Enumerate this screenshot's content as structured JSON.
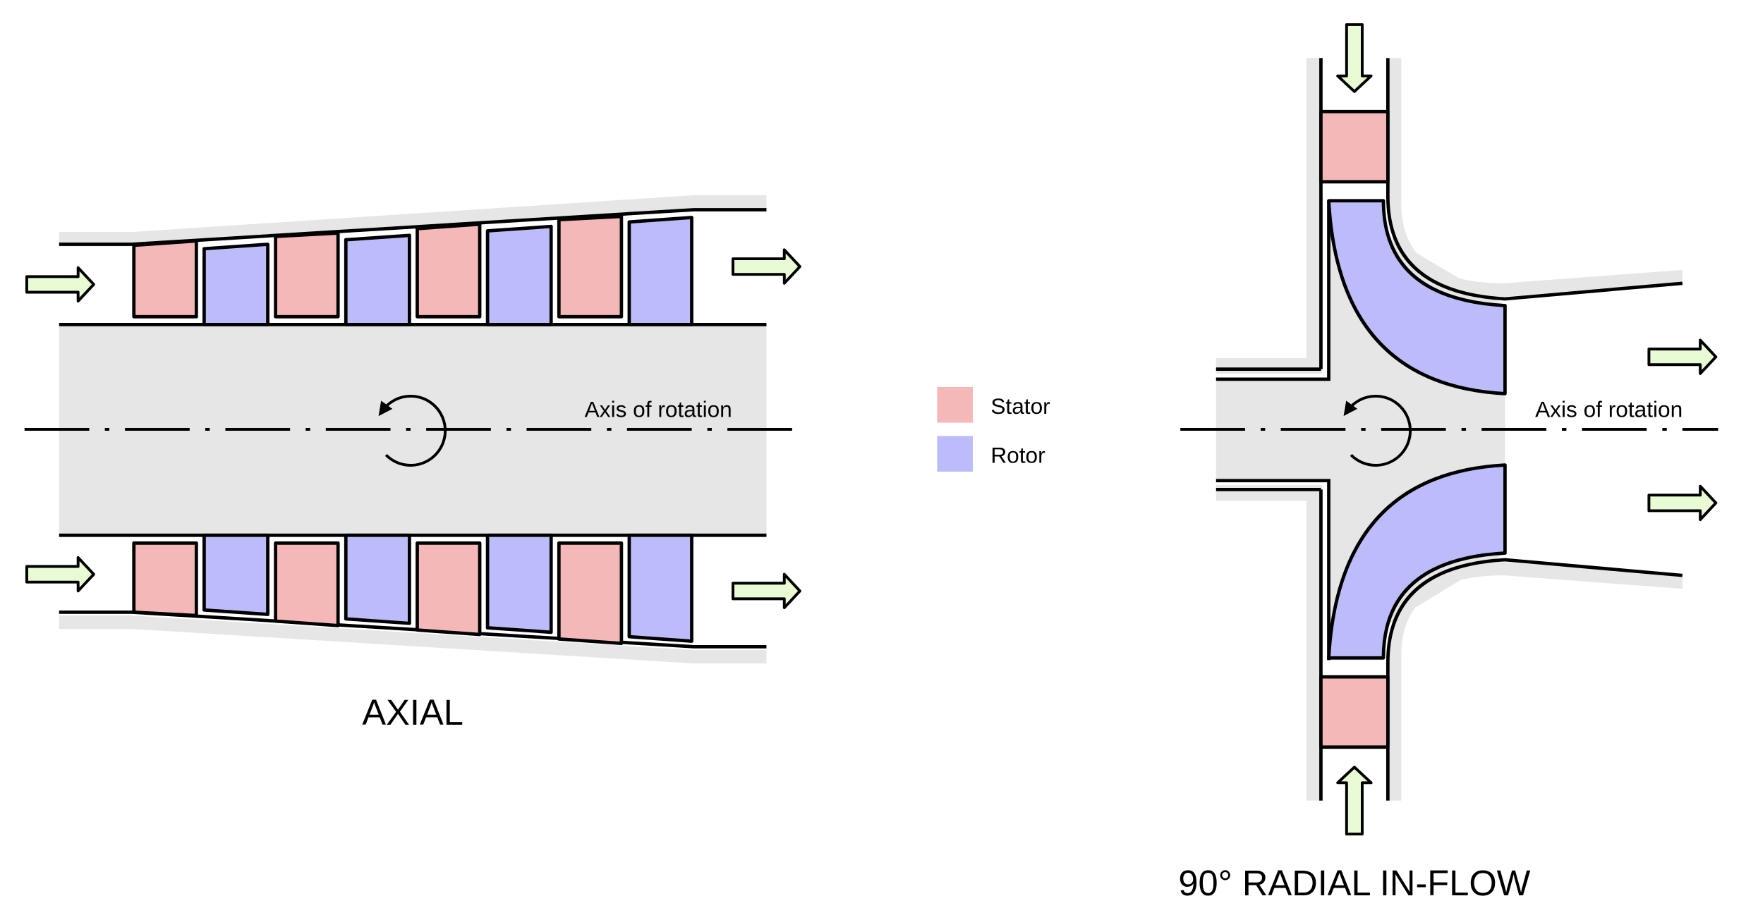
{
  "axial": {
    "title": "AXIAL",
    "axis_label": "Axis of rotation"
  },
  "radial": {
    "title": "90° RADIAL IN-FLOW",
    "axis_label": "Axis of rotation"
  },
  "legend": {
    "items": [
      {
        "label": "Stator",
        "color": "#f5b8b8"
      },
      {
        "label": "Rotor",
        "color": "#bcbcfb"
      }
    ]
  },
  "colors": {
    "stator": "#f5b8b8",
    "rotor": "#bcbcfb",
    "casing": "#e6e6e6",
    "flow_arrow": "#e8fbd4"
  }
}
